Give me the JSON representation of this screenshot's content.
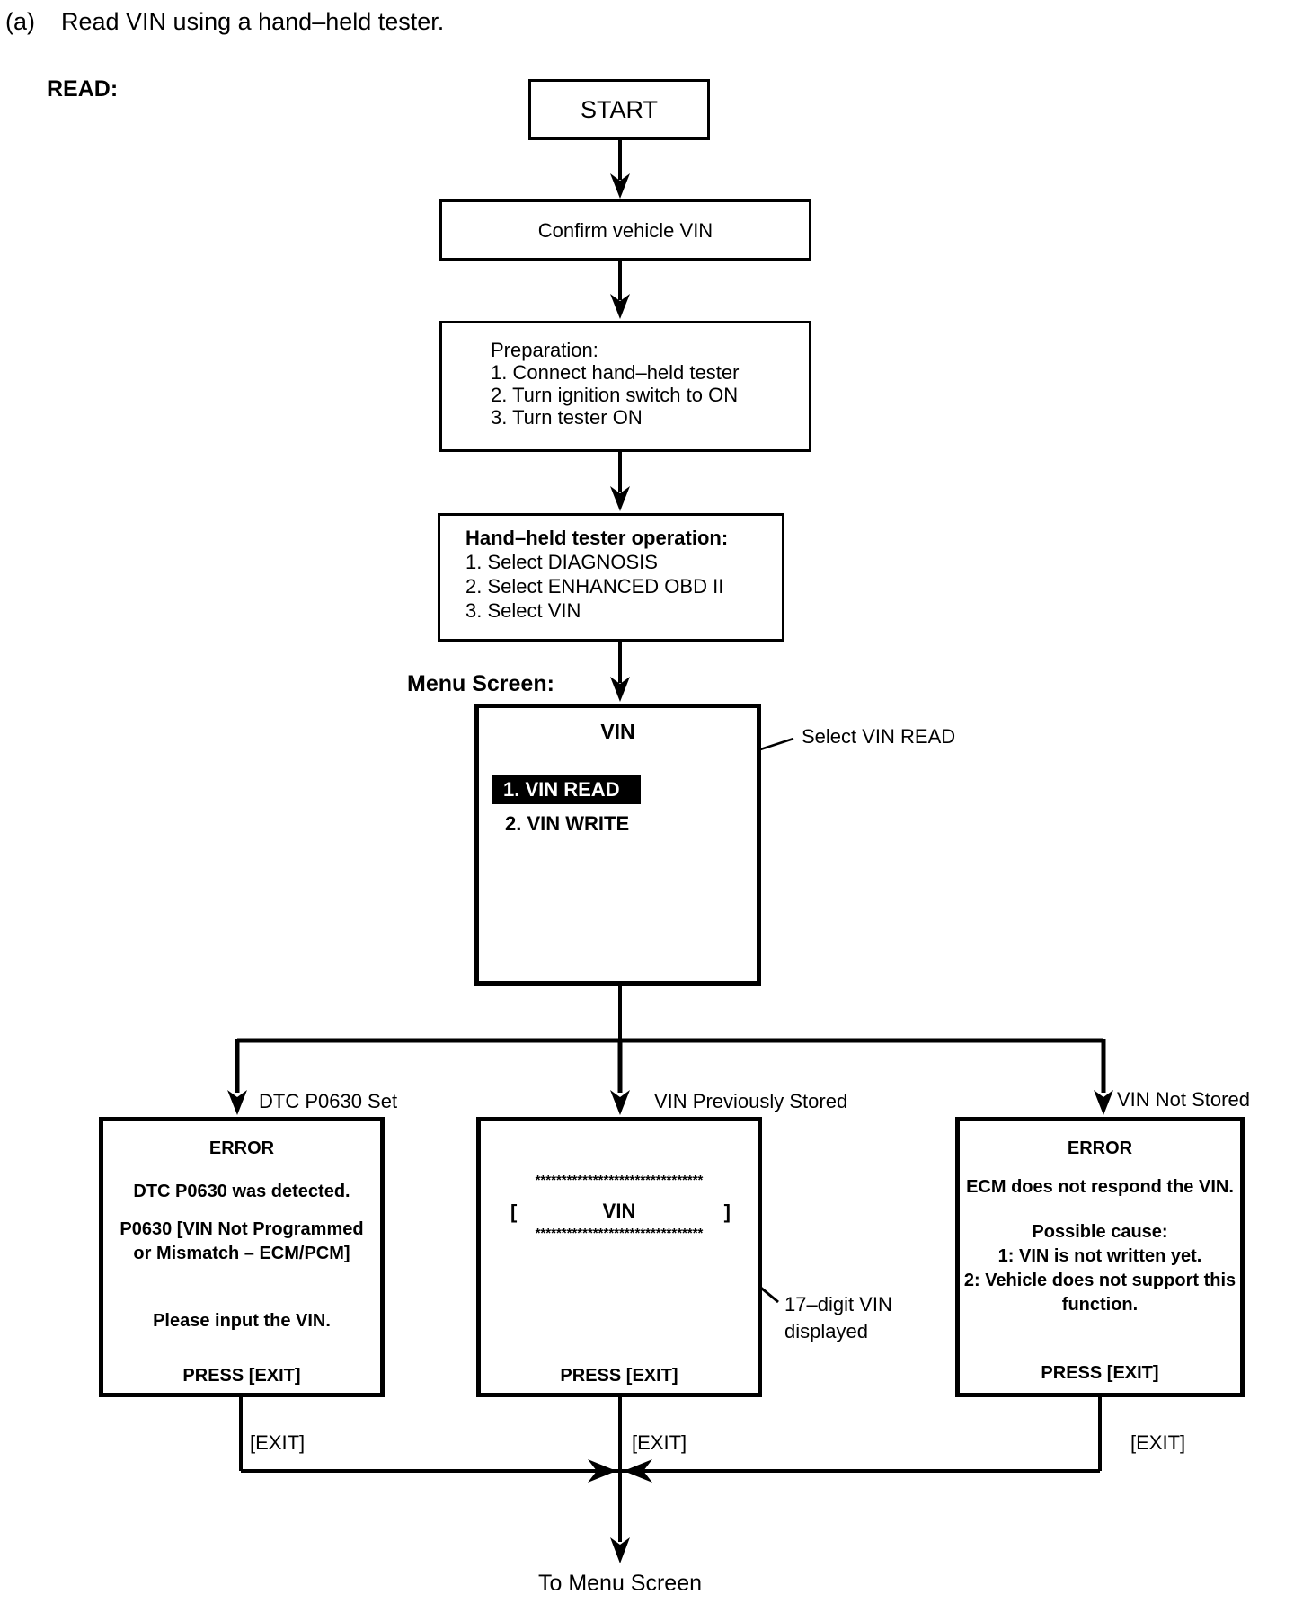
{
  "page": {
    "step_label": "(a)",
    "title": "Read VIN using a hand–held tester.",
    "read_label": "READ:",
    "menu_screen_label": "Menu Screen:",
    "to_menu_screen": "To Menu Screen"
  },
  "flow": {
    "start": "START",
    "confirm": "Confirm vehicle VIN",
    "preparation": [
      "Preparation:",
      "1. Connect hand–held tester",
      "2. Turn ignition switch to ON",
      "3. Turn tester ON"
    ],
    "tester_operation": {
      "heading": "Hand–held tester operation:",
      "items": [
        "1. Select DIAGNOSIS",
        "2. Select ENHANCED OBD II",
        "3. Select VIN"
      ]
    }
  },
  "menu_screen": {
    "title": "VIN",
    "item_selected": "1. VIN READ",
    "item_2": "2. VIN WRITE",
    "callout": "Select VIN READ"
  },
  "branch_labels": {
    "left": "DTC P0630 Set",
    "center": "VIN Previously Stored",
    "right": "VIN Not Stored"
  },
  "screens": {
    "dtc_error": {
      "title": "ERROR",
      "line1": "DTC P0630 was detected.",
      "line2": "P0630  [VIN Not Programmed",
      "line3": "or Mismatch – ECM/PCM]",
      "line4": "Please input the VIN.",
      "press": "PRESS [EXIT]"
    },
    "vin_stored": {
      "stars_top": "********************************",
      "bracket_open": "[",
      "vin": "VIN",
      "bracket_close": "]",
      "stars_bottom": "********************************",
      "press": "PRESS [EXIT]",
      "callout_line1": "17–digit VIN",
      "callout_line2": "displayed"
    },
    "vin_not_stored": {
      "title": "ERROR",
      "line1": "ECM does not respond the VIN.",
      "cause_heading": "Possible cause:",
      "cause1": "1: VIN is not written yet.",
      "cause2a": "2: Vehicle does not support this",
      "cause2b": "function.",
      "press": "PRESS [EXIT]"
    }
  },
  "exit_labels": {
    "left": "[EXIT]",
    "center": "[EXIT]",
    "right": "[EXIT]"
  },
  "colors": {
    "ink": "#000000",
    "paper": "#ffffff",
    "highlight_bg": "#000000",
    "highlight_text": "#ffffff"
  }
}
